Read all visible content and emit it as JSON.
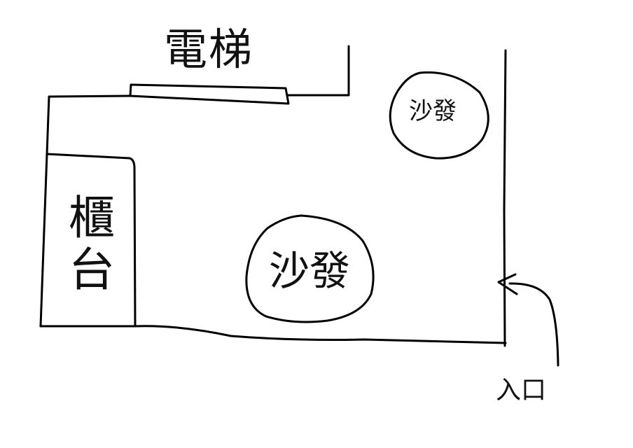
{
  "labels": {
    "elevator": "電梯",
    "sofa_small": "沙發",
    "sofa_large": "沙發",
    "counter": "櫃台",
    "entrance": "入口"
  },
  "colors": {
    "ink": "#000000",
    "background": "#ffffff"
  }
}
